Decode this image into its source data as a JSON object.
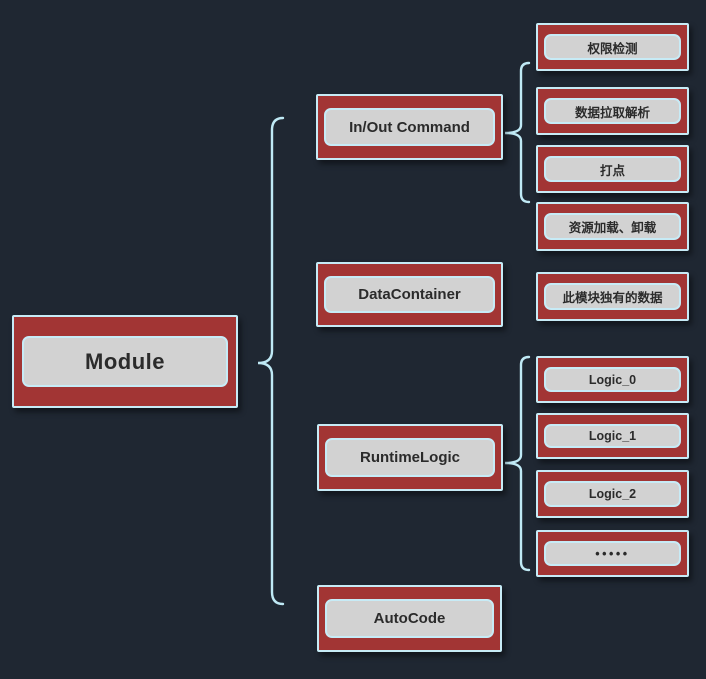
{
  "colors": {
    "background": "#1F2732",
    "node_red": "#A23534",
    "node_border": "#C7EBF6",
    "node_fill": "#D2D2D2",
    "text": "#2B2B2B",
    "brace": "#BFE9F5"
  },
  "root": {
    "label": "Module"
  },
  "level2": [
    {
      "label": "In/Out Command"
    },
    {
      "label": "DataContainer"
    },
    {
      "label": "RuntimeLogic"
    },
    {
      "label": "AutoCode"
    }
  ],
  "level3": [
    {
      "label": "权限检测",
      "group": "In/Out Command"
    },
    {
      "label": "数据拉取解析",
      "group": "In/Out Command"
    },
    {
      "label": "打点",
      "group": "In/Out Command"
    },
    {
      "label": "资源加载、卸载",
      "group": ""
    },
    {
      "label": "此模块独有的数据",
      "group": ""
    },
    {
      "label": "Logic_0",
      "group": "RuntimeLogic"
    },
    {
      "label": "Logic_1",
      "group": "RuntimeLogic"
    },
    {
      "label": "Logic_2",
      "group": "RuntimeLogic"
    },
    {
      "label": "•••••",
      "group": "RuntimeLogic"
    }
  ]
}
